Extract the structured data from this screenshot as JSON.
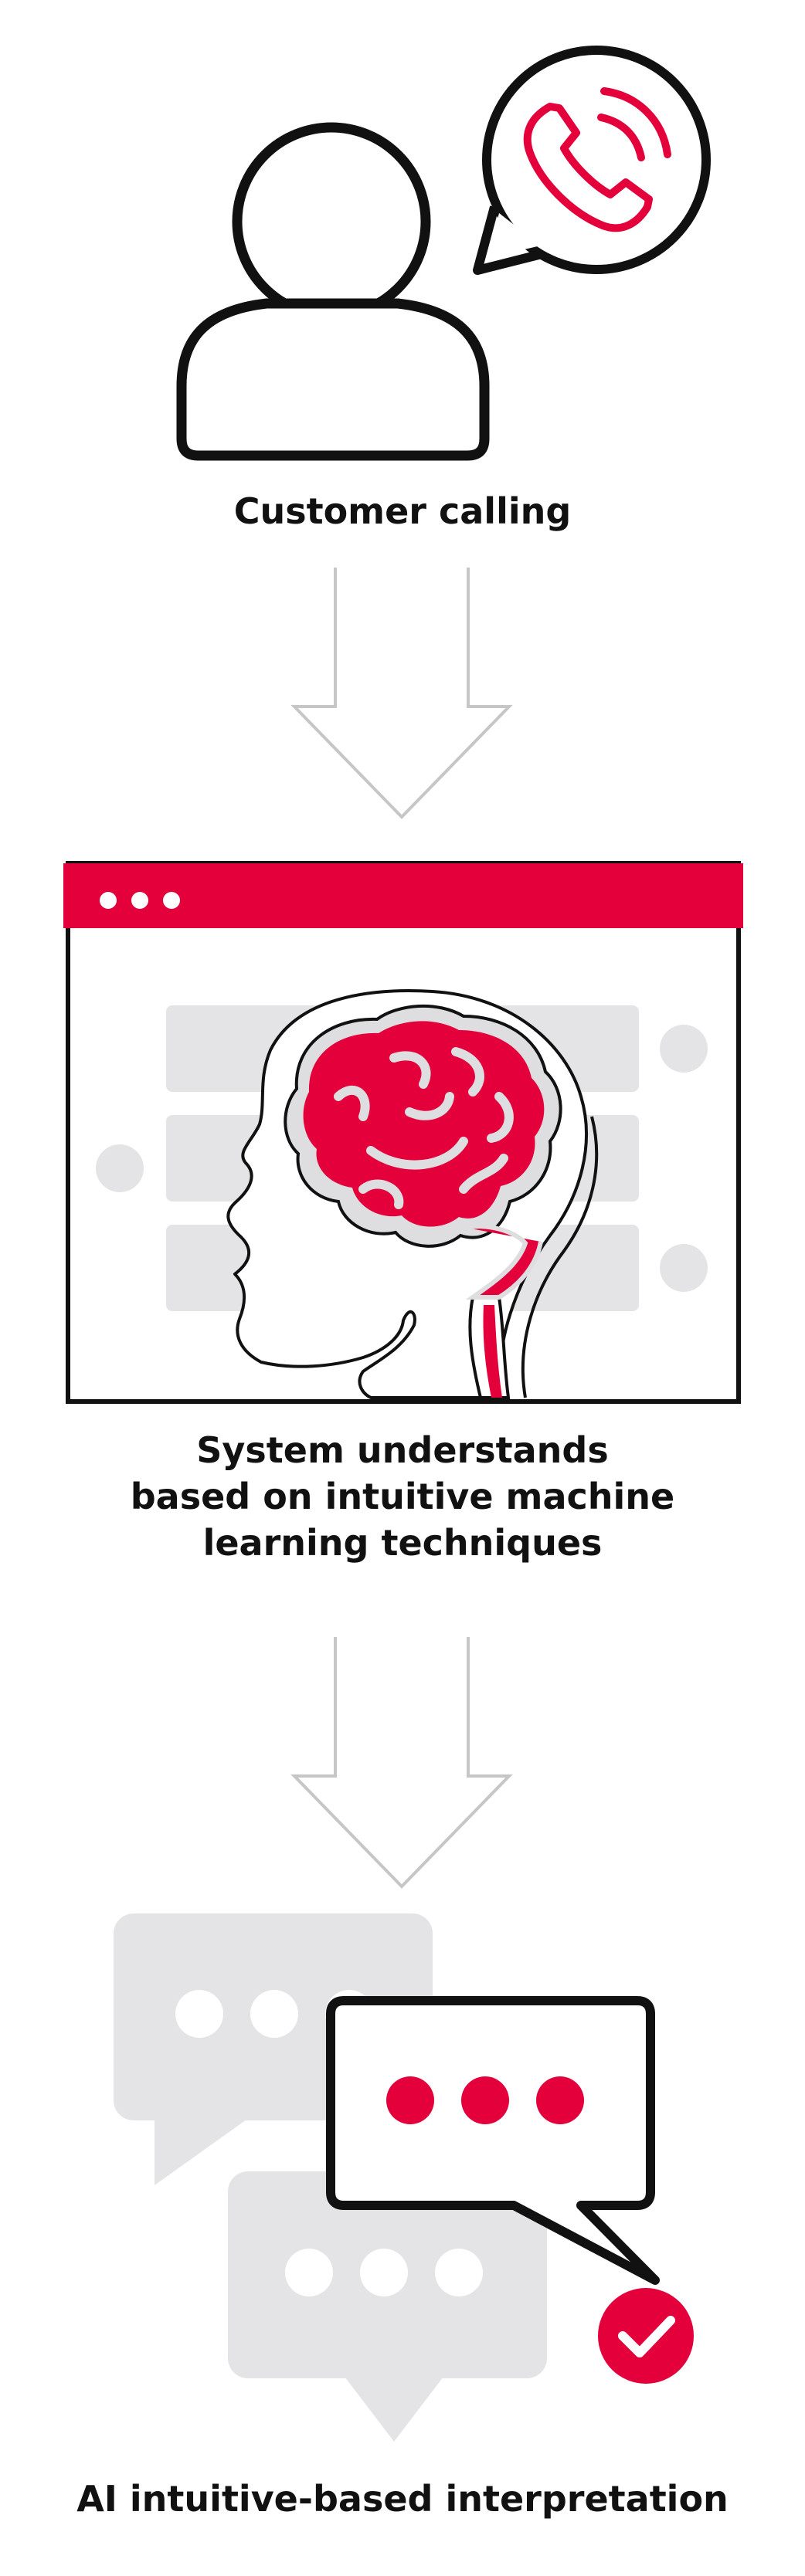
{
  "colors": {
    "accent": "#e4003a",
    "outline": "#111111",
    "gray": "#e4e4e6",
    "arrow": "#c6c6c6",
    "white": "#ffffff"
  },
  "steps": [
    {
      "id": "customer",
      "caption": [
        "Customer calling"
      ]
    },
    {
      "id": "system",
      "caption": [
        "System understands",
        "based on intuitive machine",
        "learning techniques"
      ]
    },
    {
      "id": "interpretation",
      "caption": [
        "AI intuitive-based interpretation"
      ]
    }
  ]
}
